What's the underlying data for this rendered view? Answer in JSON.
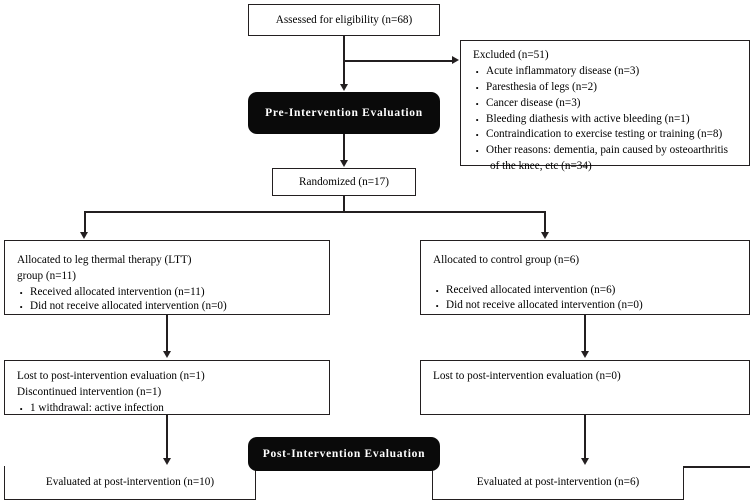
{
  "diagram": {
    "title": "CONSORT participant flow diagram",
    "colors": {
      "line": "#231f20",
      "box_border": "#231f20",
      "stage_box_bg": "#0a0a0a",
      "stage_box_text": "#ffffff",
      "page_bg": "#ffffff"
    }
  },
  "nodes": {
    "assessed": {
      "label": "Assessed for eligibility  (n=68)"
    },
    "excluded": {
      "heading": "Excluded (n=51)",
      "items": [
        "Acute inflammatory disease (n=3)",
        "Paresthesia of legs (n=2)",
        "Cancer disease (n=3)",
        "Bleeding diathesis with active bleeding (n=1)",
        "Contraindication  to exercise testing or training  (n=8)",
        "Other reasons: dementia, pain caused by osteoarthritis"
      ],
      "last_item_continuation": "of the knee, etc (n=34)"
    },
    "pre_intervention": {
      "label": "Pre-Intervention  Evaluation"
    },
    "randomized": {
      "label": "Randomized (n=17)"
    },
    "alloc_left": {
      "heading_line1": "Allocated to leg thermal therapy (LTT)",
      "heading_line2": "group (n=11)",
      "items": [
        "Received allocated intervention  (n=11)",
        "Did not receive allocated intervention  (n=0)"
      ]
    },
    "alloc_right": {
      "heading_line1": "Allocated to control group  (n=6)",
      "heading_line2": "",
      "items": [
        "Received allocated intervention  (n=6)",
        "Did not receive allocated intervention  (n=0)"
      ]
    },
    "followup_left": {
      "line1": "Lost to post-intervention  evaluation (n=1)",
      "line2": "Discontinued  intervention (n=1)",
      "items": [
        "1 withdrawal: active infection"
      ]
    },
    "followup_right": {
      "line1": "Lost to post-intervention  evaluation (n=0)",
      "line2": "",
      "items": []
    },
    "post_intervention": {
      "label": "Post-Intervention  Evaluation"
    },
    "result_left": {
      "label": "Evaluated at  post-intervention (n=10)"
    },
    "result_right": {
      "label": "Evaluated at  post-intervention (n=6)"
    }
  }
}
